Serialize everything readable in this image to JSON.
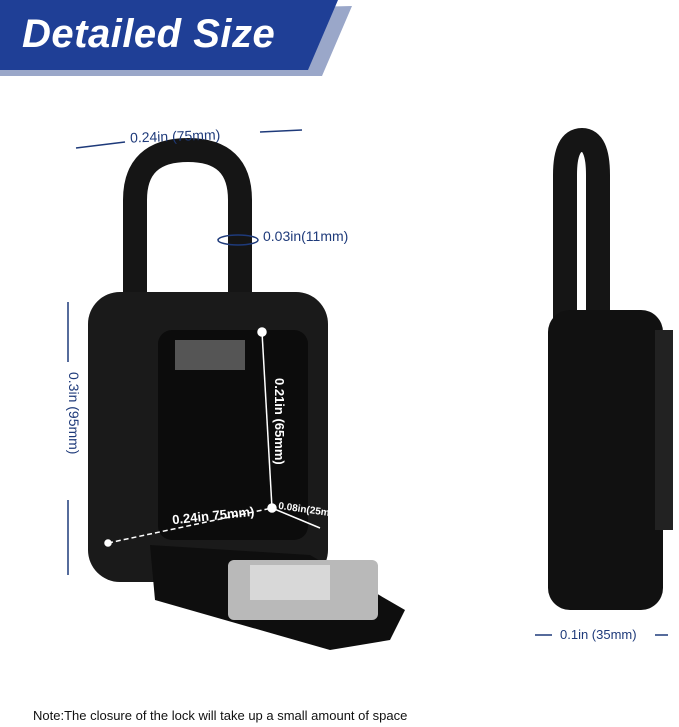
{
  "header": {
    "title": "Detailed Size",
    "banner_color": "#1f3f96",
    "shadow_color": "#9aa7c9"
  },
  "dimensions": {
    "top_width": "0.24in (75mm)",
    "shackle_diameter": "0.03in(11mm)",
    "height": "0.3in (95mm)",
    "inner_height": "0.21in (65mm)",
    "inner_width": "0.24in 75mm)",
    "inner_depth": "0.08in(25mm",
    "side_depth": "0.1in (35mm)"
  },
  "note": "Note:The closure of the lock will take up a small amount of space",
  "colors": {
    "dimension_line": "#1e3a7a",
    "lock_body": "#111111"
  }
}
